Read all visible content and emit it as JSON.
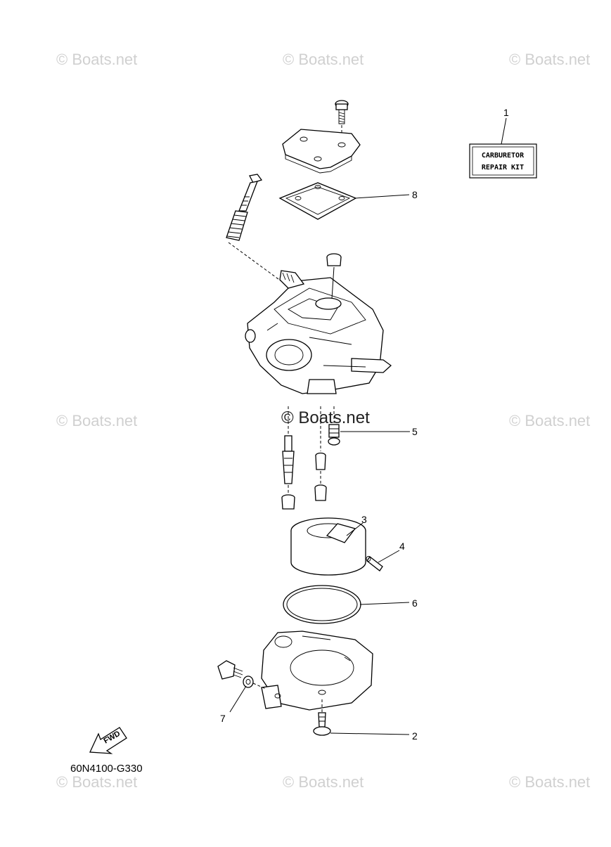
{
  "watermark": {
    "text": "© Boats.net",
    "center_text": "© Boats.net"
  },
  "callouts": [
    {
      "number": "1"
    },
    {
      "number": "8"
    },
    {
      "number": "5"
    },
    {
      "number": "3"
    },
    {
      "number": "4"
    },
    {
      "number": "6"
    },
    {
      "number": "7"
    },
    {
      "number": "2"
    }
  ],
  "repair_kit": {
    "line1": "CARBURETOR",
    "line2": "REPAIR KIT"
  },
  "fwd_label": "FWD",
  "diagram_code": "60N4100-G330"
}
